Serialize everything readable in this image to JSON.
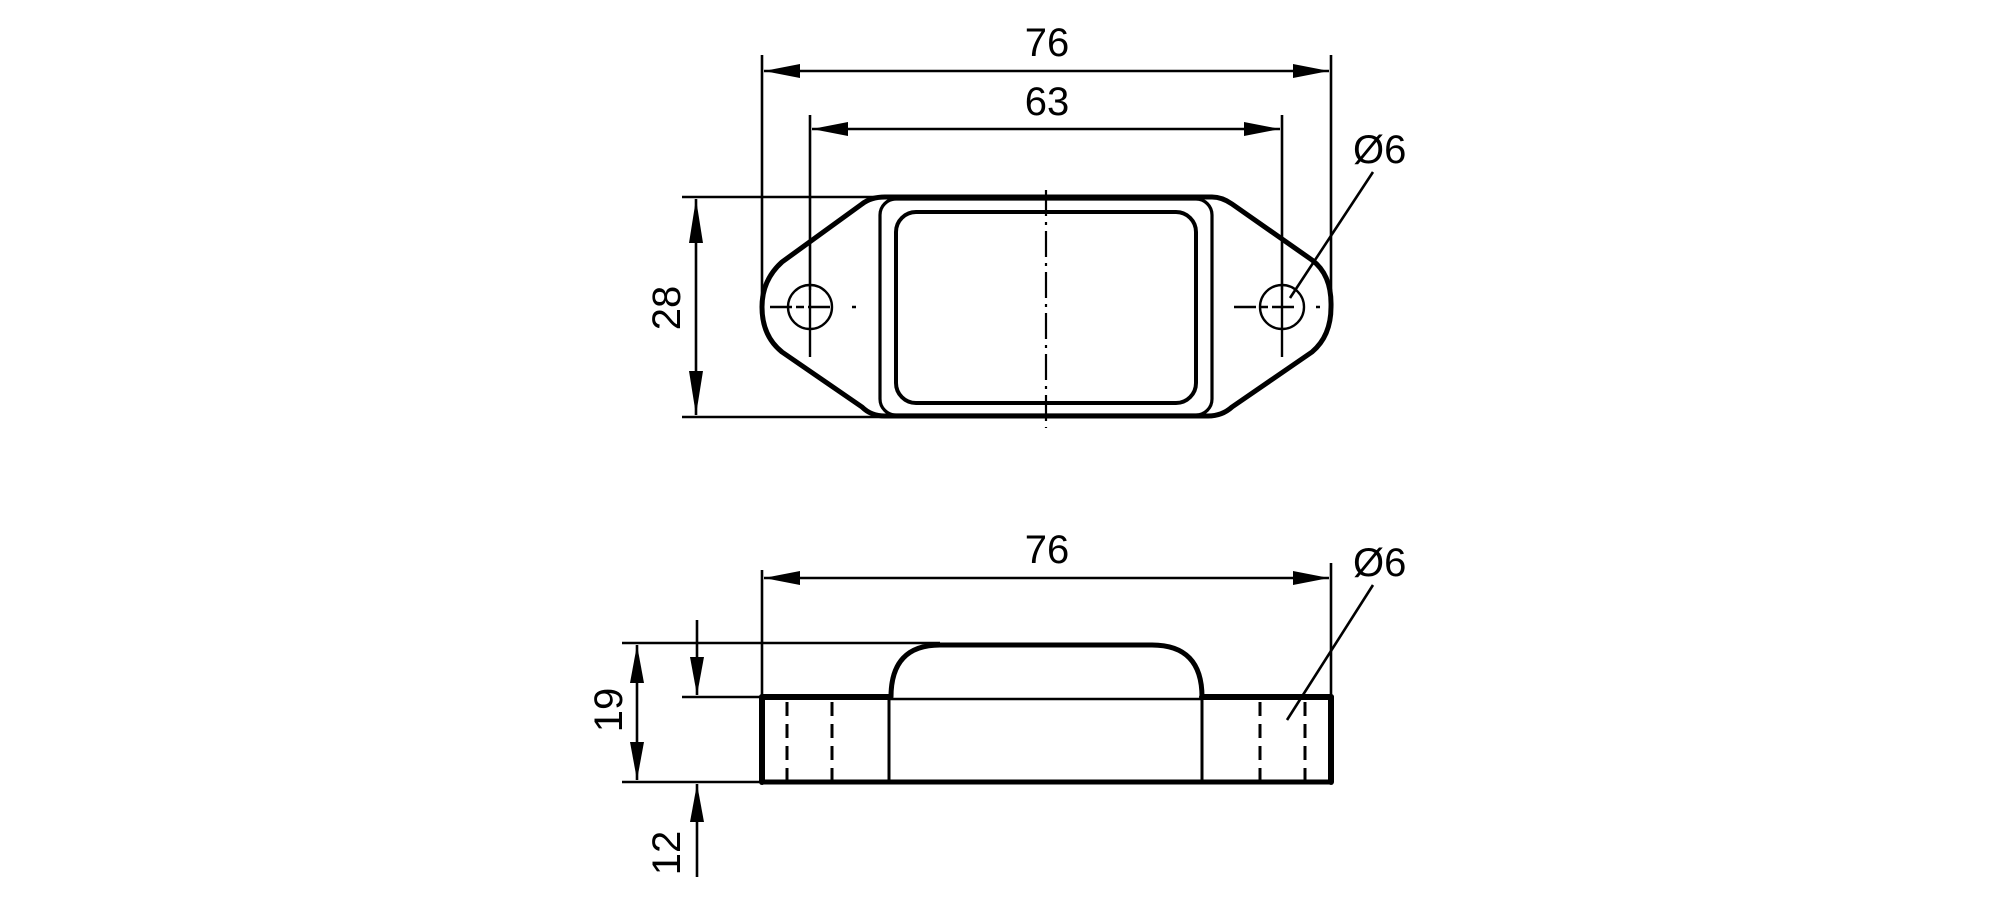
{
  "drawing": {
    "top_view": {
      "overall_width_label": "76",
      "hole_spacing_label": "63",
      "height_label": "28",
      "hole_diameter_label": "Ø6"
    },
    "side_view": {
      "overall_width_label": "76",
      "hole_diameter_label": "Ø6",
      "total_height_label": "19",
      "flange_height_label": "12"
    },
    "line_color": "#000000",
    "background_color": "#ffffff"
  }
}
